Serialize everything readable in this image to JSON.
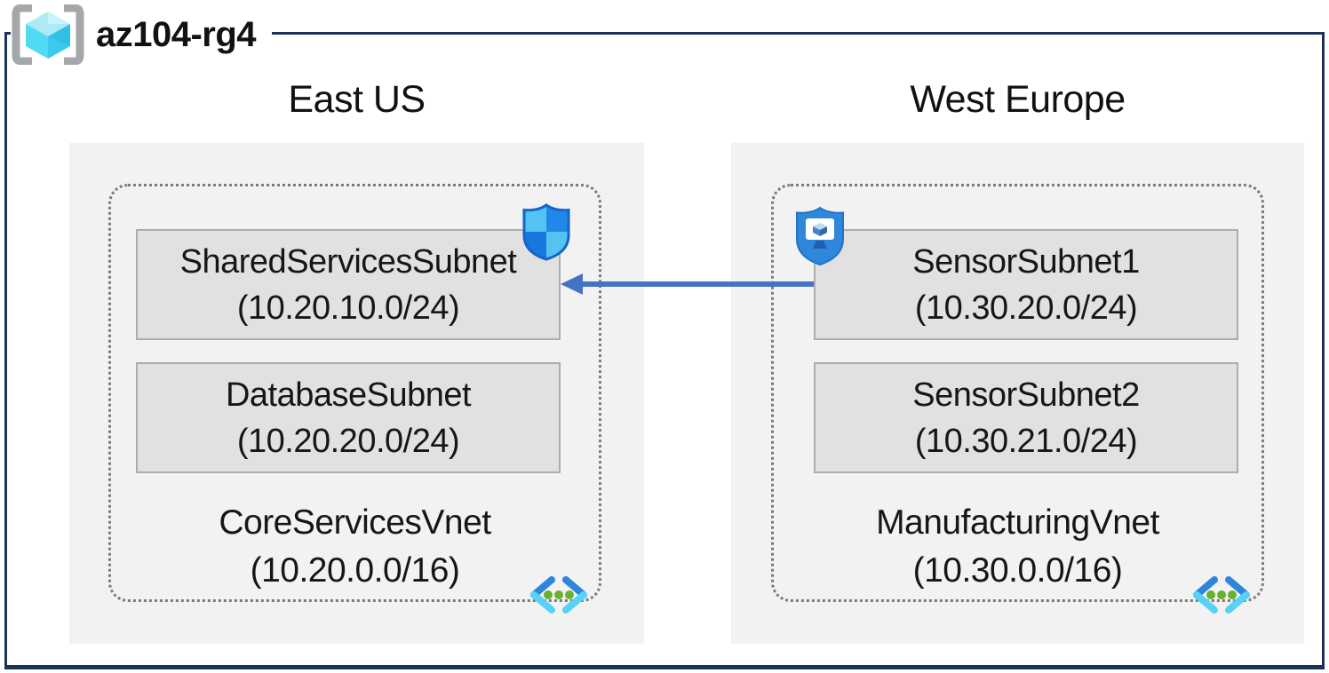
{
  "resource_group": {
    "name": "az104-rg4"
  },
  "regions": [
    {
      "name": "East US",
      "vnet": {
        "name": "CoreServicesVnet",
        "cidr": "(10.20.0.0/16)"
      },
      "subnets": [
        {
          "name": "SharedServicesSubnet",
          "cidr": "(10.20.10.0/24)"
        },
        {
          "name": "DatabaseSubnet",
          "cidr": "(10.20.20.0/24)"
        }
      ]
    },
    {
      "name": "West Europe",
      "vnet": {
        "name": "ManufacturingVnet",
        "cidr": "(10.30.0.0/16)"
      },
      "subnets": [
        {
          "name": "SensorSubnet1",
          "cidr": "(10.30.20.0/24)"
        },
        {
          "name": "SensorSubnet2",
          "cidr": "(10.30.21.0/24)"
        }
      ]
    }
  ],
  "connection": {
    "type": "arrow",
    "from": "SensorSubnet1",
    "to": "SharedServicesSubnet",
    "color": "#4472c4"
  },
  "icons": {
    "resource_group": "resource-group-icon",
    "network_security_group": "network-security-group-shield-icon",
    "application_security_group": "application-security-group-shield-icon",
    "virtual_network": "virtual-network-icon"
  },
  "colors": {
    "frame": "#1b3357",
    "region_fill": "#f2f2f2",
    "subnet_fill": "#e1e1e1",
    "subnet_border": "#adadad",
    "dotted_border": "#7b7b7b",
    "arrow": "#4472c4",
    "vnet_icon_blue": "#2e86dc",
    "vnet_icon_cyan": "#55d2f5",
    "vnet_icon_green": "#67b22e"
  }
}
